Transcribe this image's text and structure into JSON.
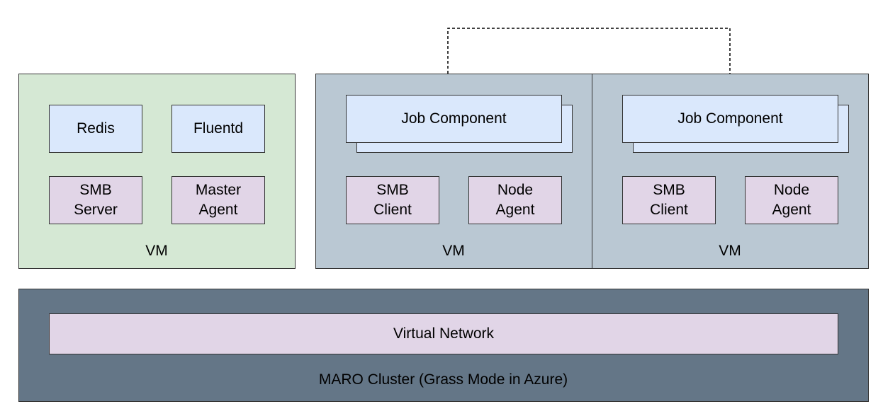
{
  "master_vm": {
    "label": "VM",
    "components": {
      "redis": "Redis",
      "fluentd": "Fluentd",
      "smb_server": "SMB\nServer",
      "master_agent": "Master\nAgent"
    }
  },
  "worker_vms": [
    {
      "label": "VM",
      "job_component": "Job Component",
      "smb_client": "SMB\nClient",
      "node_agent": "Node\nAgent"
    },
    {
      "label": "VM",
      "job_component": "Job Component",
      "smb_client": "SMB\nClient",
      "node_agent": "Node\nAgent"
    }
  ],
  "cluster": {
    "virtual_network": "Virtual Network",
    "label": "MARO Cluster (Grass Mode in Azure)"
  },
  "colors": {
    "blue_fill": "#dae8fc",
    "purple_fill": "#e1d5e7",
    "green_fill": "#d5e8d4",
    "gray_fill": "#bac8d3",
    "dark_fill": "#647687",
    "stroke": "#333333"
  }
}
